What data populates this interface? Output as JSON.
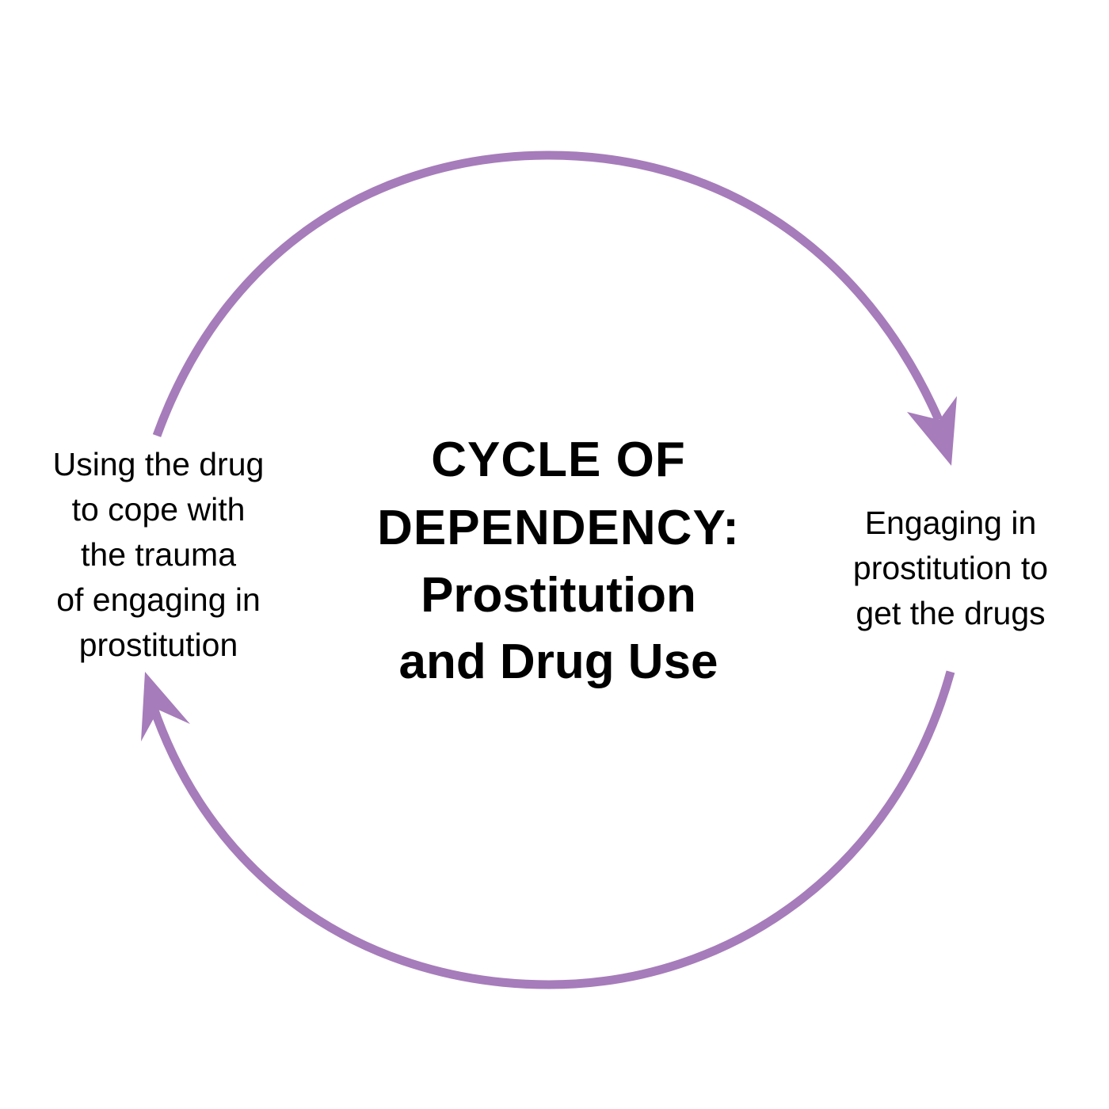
{
  "diagram": {
    "title_lines": [
      "CYCLE OF",
      "DEPENDENCY:"
    ],
    "subtitle_lines": [
      "Prostitution",
      "and Drug Use"
    ],
    "left_node_lines": [
      "Using the drug",
      "to cope with",
      "the trauma",
      "of engaging in",
      "prostitution"
    ],
    "right_node_lines": [
      "Engaging in",
      "prostitution to",
      "get the drugs"
    ],
    "arrow_color": "#a67cba",
    "text_color": "#000000",
    "background": "#ffffff"
  }
}
